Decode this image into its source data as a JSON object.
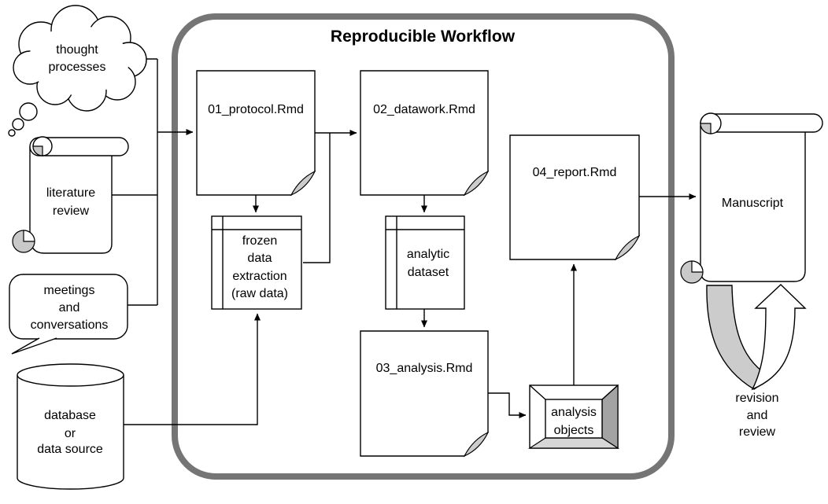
{
  "title": "Reproducible Workflow",
  "colors": {
    "outline": "#000000",
    "workflow_border": "#757575",
    "fold_gray": "#cccccc",
    "curl_gray": "#c9c9c9",
    "bevel_right": "#a3a3a3",
    "bevel_bottom": "#d6d6d6",
    "ribbon_gray": "#cccccc",
    "background": "#ffffff"
  },
  "nodes": {
    "thought_processes": {
      "line1": "thought",
      "line2": "processes"
    },
    "literature_review": {
      "line1": "literature",
      "line2": "review"
    },
    "meetings": {
      "line1": "meetings",
      "line2": "and",
      "line3": "conversations"
    },
    "database": {
      "line1": "database",
      "line2": "or",
      "line3": "data source"
    },
    "protocol": {
      "label": "01_protocol.Rmd"
    },
    "datawork": {
      "label": "02_datawork.Rmd"
    },
    "frozen_data": {
      "line1": "frozen",
      "line2": "data",
      "line3": "extraction",
      "line4": "(raw data)"
    },
    "analytic_dataset": {
      "line1": "analytic",
      "line2": "dataset"
    },
    "analysis_rmd": {
      "label": "03_analysis.Rmd"
    },
    "analysis_objects": {
      "line1": "analysis",
      "line2": "objects"
    },
    "report": {
      "label": "04_report.Rmd"
    },
    "manuscript": {
      "label": "Manuscript"
    },
    "revision": {
      "line1": "revision",
      "line2": "and",
      "line3": "review"
    }
  }
}
